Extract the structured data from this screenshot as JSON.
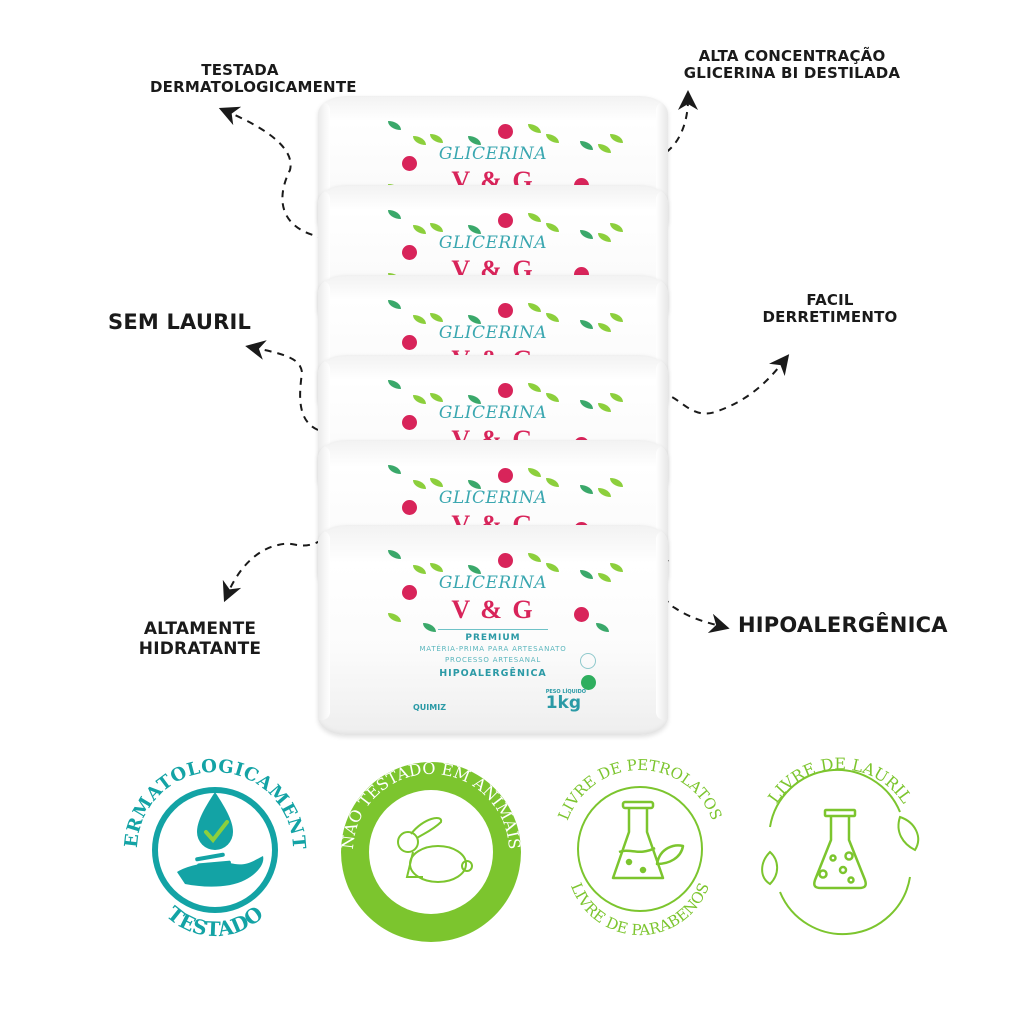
{
  "callouts": {
    "top_left": [
      "TESTADA",
      "DERMATOLOGICAMENTE"
    ],
    "top_right": [
      "ALTA CONCENTRAÇÃO",
      "GLICERINA BI DESTILADA"
    ],
    "mid_left": "SEM LAURIL",
    "mid_right": [
      "FACIL",
      "DERRETIMENTO"
    ],
    "bottom_left": [
      "ALTAMENTE",
      "HIDRATANTE"
    ],
    "bottom_right": "HIPOALERGÊNICA"
  },
  "product": {
    "brand_line": "GLICERINA",
    "brand": "V & G",
    "grade": "PREMIUM",
    "line1": "MATÉRIA-PRIMA PARA ARTESANATO",
    "line2": "PROCESSO ARTESANAL",
    "claim": "HIPOALERGÊNICA",
    "weight_label": "PESO LÍQUIDO",
    "weight": "1kg",
    "maker": "QUIMIZ",
    "stack_count": 6
  },
  "badges": [
    {
      "id": "dermatologically-tested",
      "top_text": "DERMATOLOGICAMENTE",
      "bottom_text": "TESTADO",
      "color": "#13a3a5"
    },
    {
      "id": "not-tested-on-animals",
      "top_text": "NÃO TESTADO EM ANIMAIS",
      "color": "#7cc52e"
    },
    {
      "id": "petrolatum-paraben-free",
      "top_text": "LIVRE DE PETROLATOS",
      "bottom_text": "LIVRE DE PARABENOS",
      "color": "#7cc52e"
    },
    {
      "id": "lauryl-free",
      "top_text": "LIVRE DE LAURIL",
      "color": "#7cc52e"
    }
  ],
  "colors": {
    "text_dark": "#1a1a1a",
    "teal": "#13a3a5",
    "green": "#7cc52e",
    "pink": "#d8245a"
  }
}
